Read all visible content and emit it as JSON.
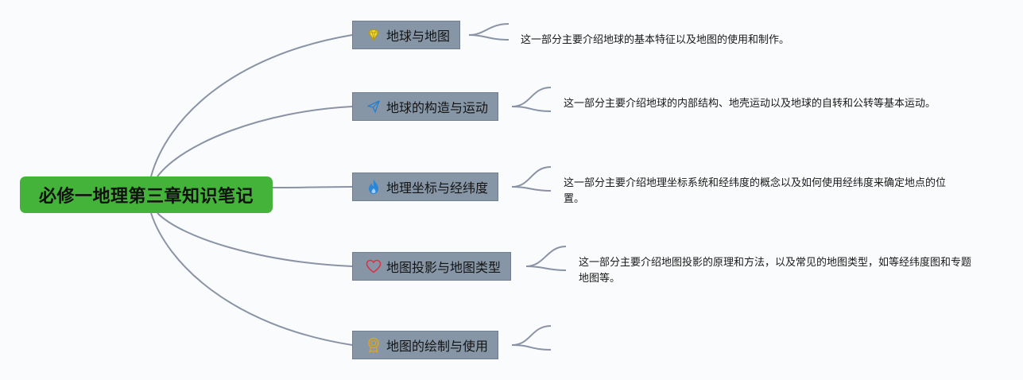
{
  "root": {
    "label": "必修一地理第三章知识笔记"
  },
  "branches": [
    {
      "label": "地球与地图",
      "icon": "diamond-icon",
      "note": "这一部分主要介绍地球的基本特征以及地图的使用和制作。"
    },
    {
      "label": "地球的构造与运动",
      "icon": "paper-plane-icon",
      "note": "这一部分主要介绍地球的内部结构、地壳运动以及地球的自转和公转等基本运动。"
    },
    {
      "label": "地理坐标与经纬度",
      "icon": "flame-icon",
      "note": "这一部分主要介绍地理坐标系统和经纬度的概念以及如何使用经纬度来确定地点的位置。"
    },
    {
      "label": "地图投影与地图类型",
      "icon": "heart-icon",
      "note": "这一部分主要介绍地图投影的原理和方法，以及常见的地图类型，如等经纬度图和专题地图等。"
    },
    {
      "label": "地图的绘制与使用",
      "icon": "award-ribbon-icon",
      "note": ""
    }
  ],
  "colors": {
    "root_fill": "#43b33a",
    "branch_fill": "#8796a6",
    "connector": "#8a93a6"
  }
}
